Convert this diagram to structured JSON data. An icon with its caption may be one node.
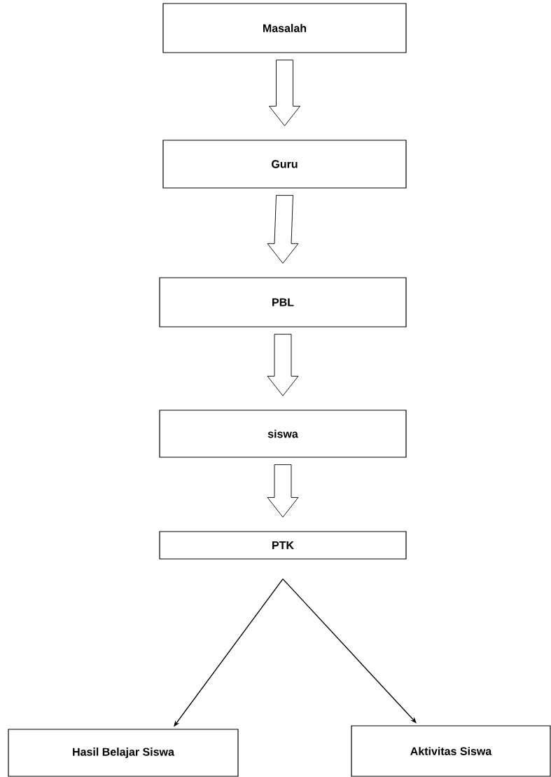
{
  "diagram": {
    "nodes": [
      {
        "text": [
          "Masalah"
        ]
      },
      {
        "text": [
          "Guru"
        ]
      },
      {
        "text": [
          "PBL"
        ]
      },
      {
        "text": [
          "siswa"
        ]
      },
      {
        "text": [
          "PTK"
        ]
      },
      {
        "text": [
          "Hasil Belajar Siswa"
        ]
      },
      {
        "text": [
          "Aktivitas Siswa"
        ]
      }
    ],
    "edges": [
      {
        "from": 0,
        "to": 1,
        "arrow": "to"
      },
      {
        "from": 1,
        "to": 2,
        "arrow": "to"
      },
      {
        "from": 2,
        "to": 3,
        "arrow": "to"
      },
      {
        "from": 3,
        "to": 4,
        "arrow": "to"
      },
      {
        "from": 4,
        "to": 5,
        "arrow": "to"
      },
      {
        "from": 4,
        "to": 6,
        "arrow": "to"
      }
    ]
  }
}
